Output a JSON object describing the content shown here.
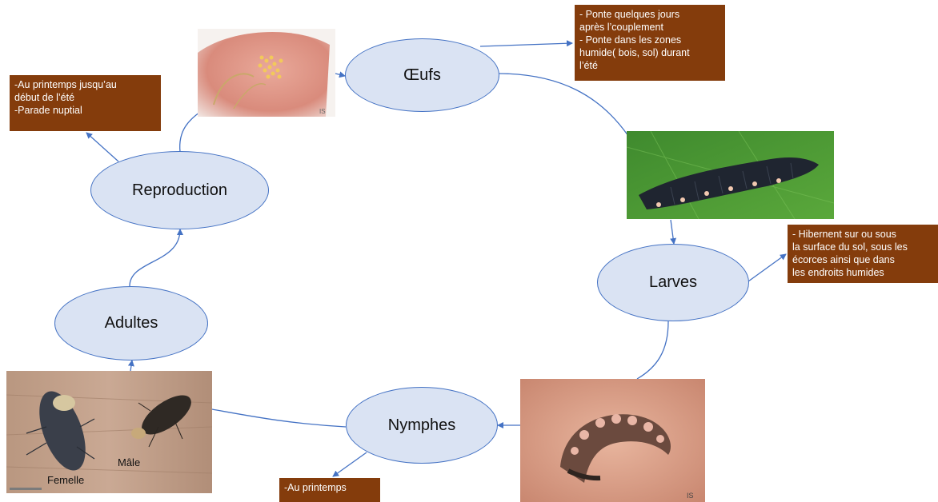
{
  "stages": {
    "oeufs": "Œufs",
    "larves": "Larves",
    "nymphes": "Nymphes",
    "adultes": "Adultes",
    "reproduction": "Reproduction"
  },
  "notes": {
    "oeufs": "- Ponte quelques jours\naprès l’couplement\n- Ponte dans les zones\nhumide( bois, sol) durant\nl’été",
    "larves": "- Hibernent sur ou sous\nla surface du sol, sous les\nécorces ainsi que dans\nles endroits humides",
    "nymphes": "-Au printemps",
    "reproduction": "-Au printemps jusqu’au\ndébut de l’été\n-Parade nuptial"
  },
  "photo_labels": {
    "male": "Mâle",
    "female": "Femelle"
  },
  "colors": {
    "node_fill": "#dae3f3",
    "node_border": "#4472c4",
    "note_fill": "#843c0c",
    "connector": "#4472c4"
  }
}
